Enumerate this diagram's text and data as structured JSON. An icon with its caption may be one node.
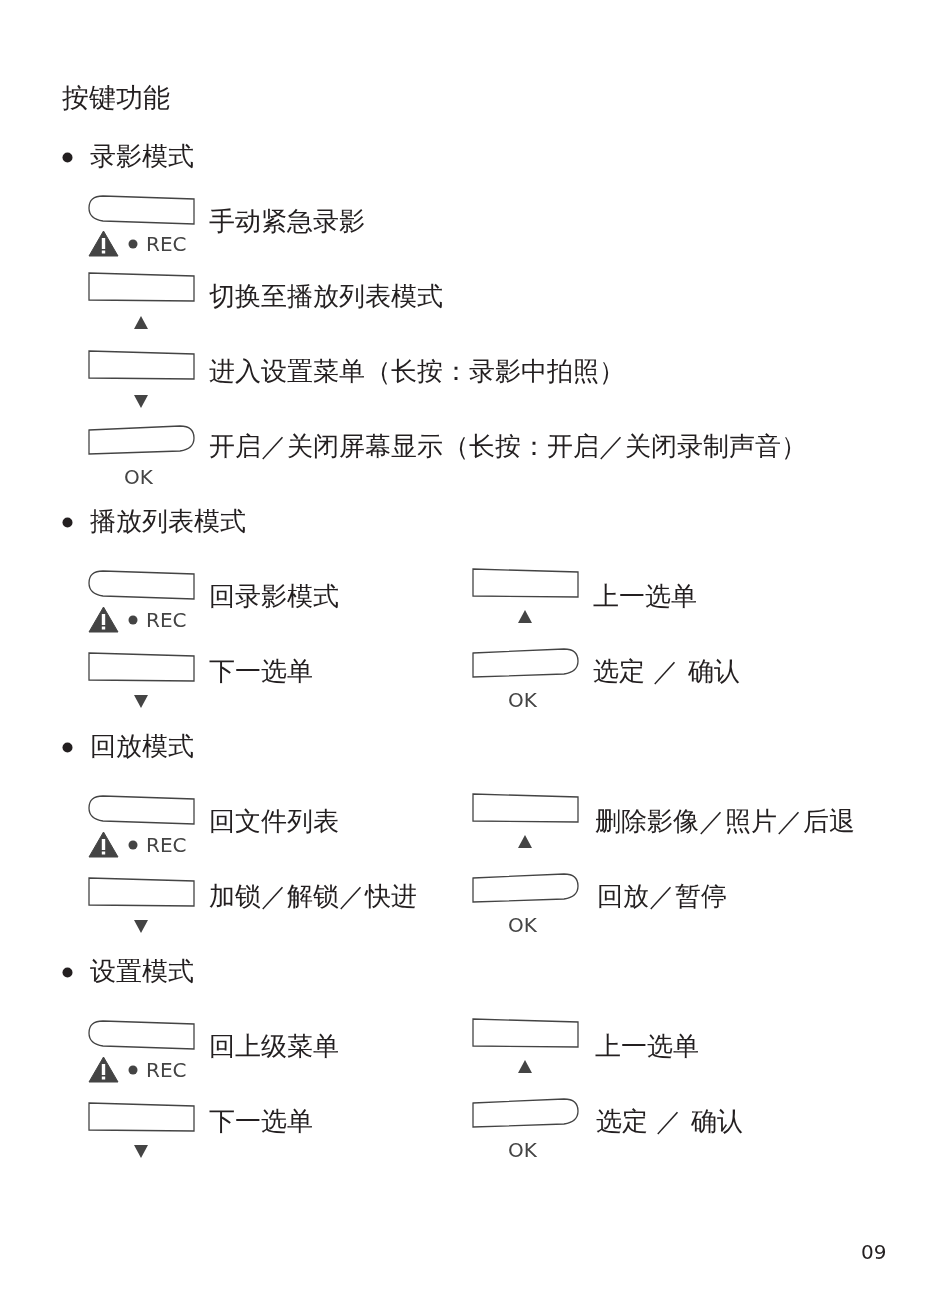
{
  "diagram": {
    "title": "按键功能",
    "labels": [
      "录影模式",
      "手动紧急录影",
      "REC",
      "切换至播放列表模式",
      "进入设置菜单（长按：录影中拍照）",
      "开启／关闭屏幕显示（长按：开启／关闭录制声音）",
      "OK",
      "播放列表模式",
      "回录影模式",
      "上一选单",
      "REC",
      "下一选单",
      "选定 ／ 确认",
      "OK",
      "回放模式",
      "回文件列表",
      "删除影像／照片／后退",
      "REC",
      "加锁／解锁／快进",
      "回放／暂停",
      "OK",
      "设置模式",
      "回上级菜单",
      "上一选单",
      "REC",
      "下一选单",
      "选定 ／ 确认",
      "OK",
      "09"
    ]
  }
}
